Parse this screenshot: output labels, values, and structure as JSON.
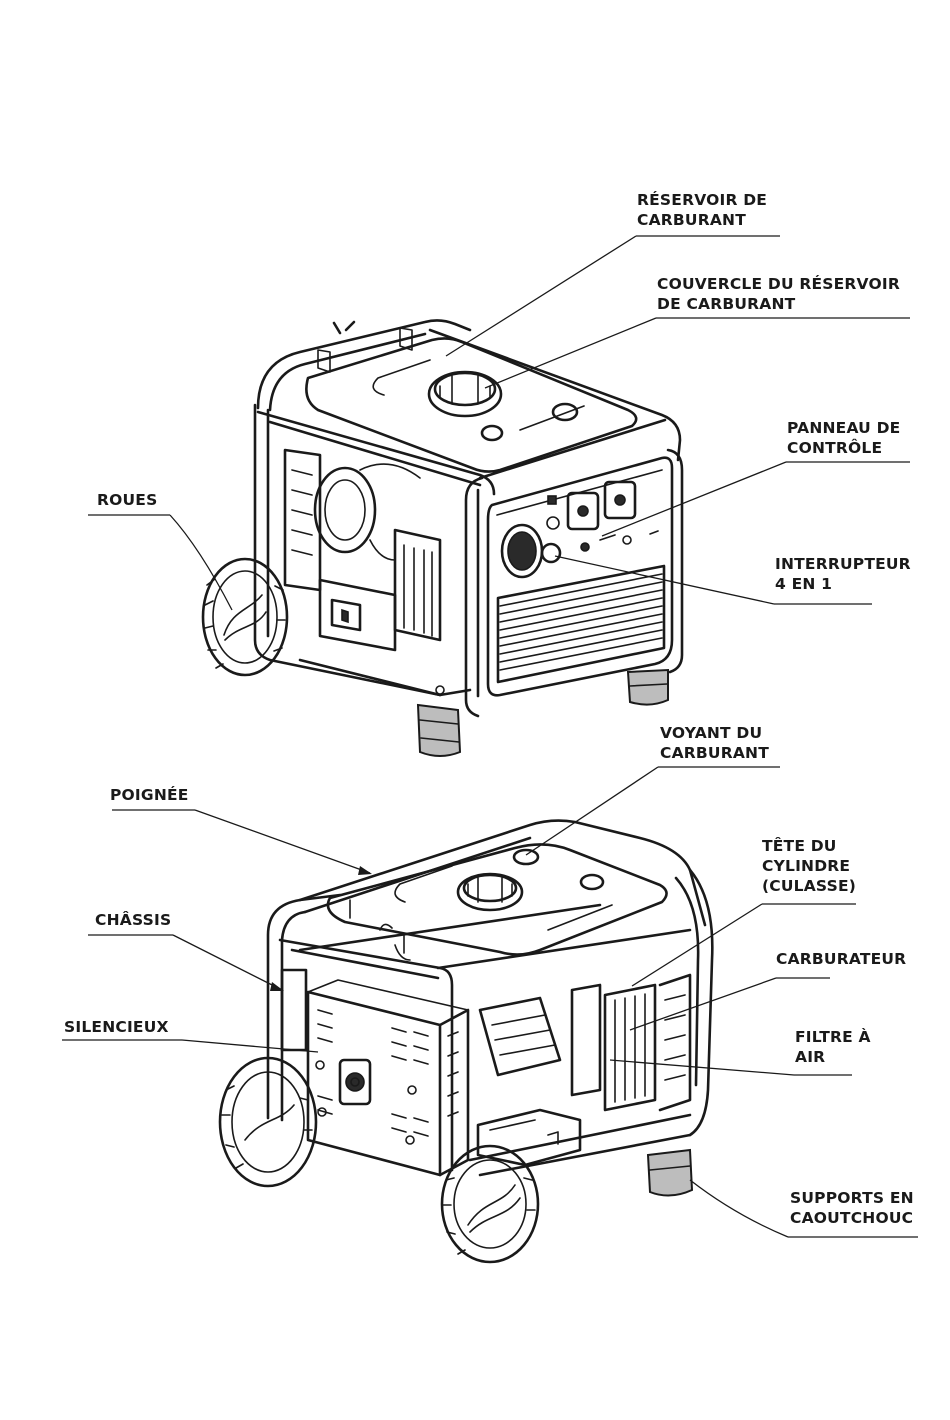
{
  "labels": {
    "reservoir": {
      "line1": "RÉSERVOIR DE",
      "line2": "CARBURANT"
    },
    "couvercle": {
      "line1": "COUVERCLE DU RÉSERVOIR",
      "line2": "DE CARBURANT"
    },
    "panneau": {
      "line1": "PANNEAU DE",
      "line2": "CONTRÔLE"
    },
    "roues": {
      "line1": "ROUES"
    },
    "interrupteur": {
      "line1": "INTERRUPTEUR",
      "line2": "4 EN 1"
    },
    "voyant": {
      "line1": "VOYANT DU",
      "line2": "CARBURANT"
    },
    "poignee": {
      "line1": "POIGNÉE"
    },
    "tete": {
      "line1": "TÊTE DU",
      "line2": "CYLINDRE",
      "line3": "(CULASSE)"
    },
    "chassis": {
      "line1": "CHÂSSIS"
    },
    "carburateur": {
      "line1": "CARBURATEUR"
    },
    "silencieux": {
      "line1": "SILENCIEUX"
    },
    "filtre": {
      "line1": "FILTRE À",
      "line2": "AIR"
    },
    "supports": {
      "line1": "SUPPORTS EN",
      "line2": "CAOUTCHOUC"
    }
  },
  "colors": {
    "ink": "#1a1a1a",
    "background": "#ffffff"
  }
}
